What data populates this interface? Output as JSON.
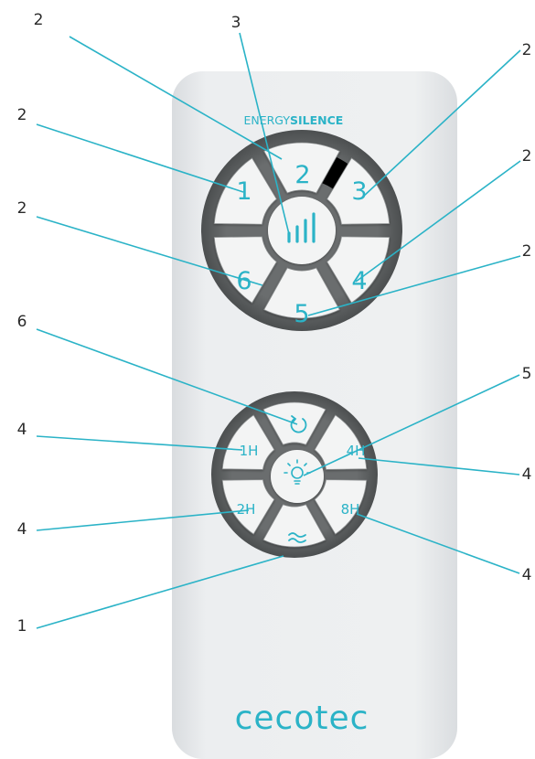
{
  "brand": {
    "prefix": "ENERGY",
    "suffix": "SILENCE",
    "logo": "cecotec"
  },
  "colors": {
    "accent": "#2bb3c7",
    "body": "#e8eaec",
    "ring": "#5f6263",
    "button": "#f3f4f4"
  },
  "top_dial": {
    "buttons": {
      "b1": "1",
      "b2": "2",
      "b3": "3",
      "b4": "4",
      "b5": "5",
      "b6": "6"
    },
    "center_icon": "speed-bars-icon"
  },
  "bottom_dial": {
    "buttons": {
      "t1": "1H",
      "t4": "4H",
      "t2": "2H",
      "t8": "8H"
    },
    "top_icon": "oscillation-icon",
    "bottom_icon": "wind-mode-icon",
    "center_icon": "light-bulb-icon"
  },
  "callouts": {
    "c_top_left": "2",
    "c_center": "3",
    "c_right_1": "2",
    "c_left_1": "2",
    "c_right_2": "2",
    "c_left_2": "2",
    "c_right_3": "2",
    "c_left_6": "6",
    "c_right_5": "5",
    "c_left_4a": "4",
    "c_right_4a": "4",
    "c_left_4b": "4",
    "c_right_4b": "4",
    "c_left_1b": "1"
  }
}
